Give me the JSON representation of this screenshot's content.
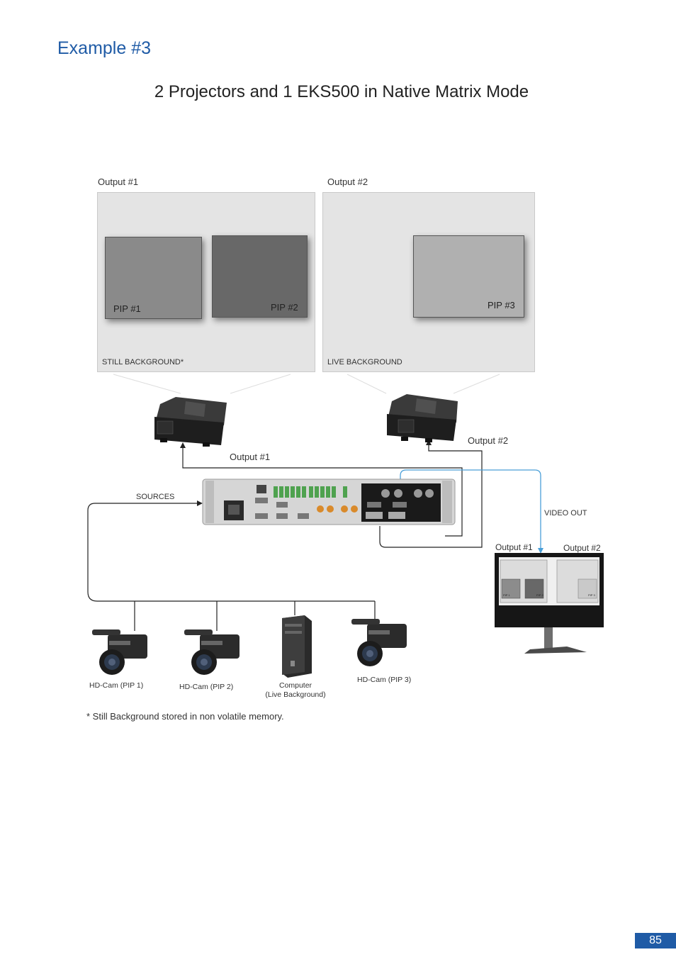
{
  "header": {
    "title": "Example #3",
    "subtitle": "2 Projectors and 1 EKS500 in Native Matrix Mode"
  },
  "screens": {
    "output1": {
      "label": "Output #1",
      "background": "STILL BACKGROUND*",
      "pip_a": "PIP #1",
      "pip_b": "PIP #2"
    },
    "output2": {
      "label": "Output #2",
      "background": "LIVE BACKGROUND",
      "pip": "PIP #3"
    }
  },
  "cabling": {
    "projector1_output": "Output #1",
    "projector2_output": "Output #2",
    "sources": "SOURCES",
    "video_out": "VIDEO OUT"
  },
  "monitor": {
    "output1": "Output #1",
    "output2": "Output #2",
    "pip1": "PIP 1",
    "pip2": "PIP 2",
    "pip3": "PIP 3"
  },
  "sources": [
    {
      "label": "HD-Cam (PIP 1)"
    },
    {
      "label": "HD-Cam (PIP 2)"
    },
    {
      "label": "Computer",
      "sublabel": "(Live Background)"
    },
    {
      "label": "HD-Cam (PIP 3)"
    }
  ],
  "footnote": "* Still Background stored in non volatile memory.",
  "page_number": "85",
  "colors": {
    "accent": "#1f5ba6",
    "signal_line": "#4a9fd8"
  }
}
